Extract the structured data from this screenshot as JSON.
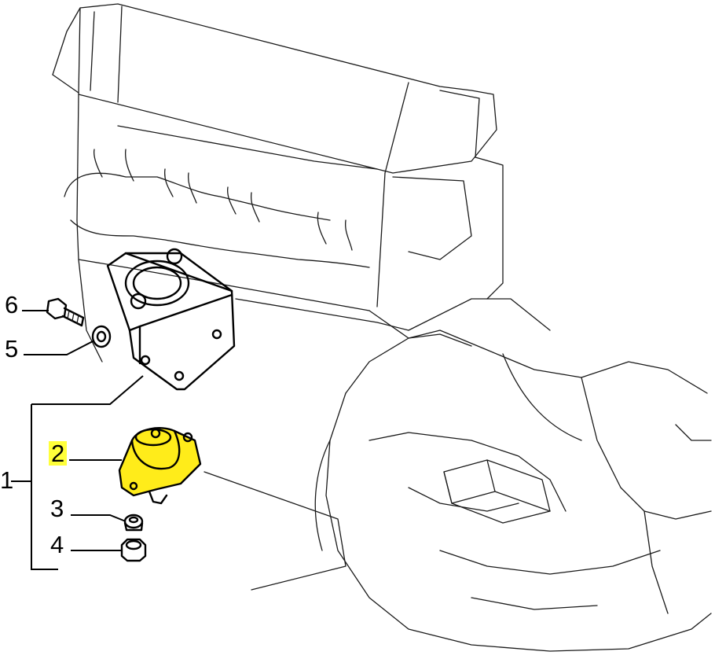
{
  "colors": {
    "highlight": "#ffff3a",
    "mount_fill": "#ffec1a",
    "line": "#1a1a1a"
  },
  "callouts": [
    {
      "id": "1",
      "label": "1"
    },
    {
      "id": "2",
      "label": "2",
      "highlighted": true
    },
    {
      "id": "3",
      "label": "3"
    },
    {
      "id": "4",
      "label": "4"
    },
    {
      "id": "5",
      "label": "5"
    },
    {
      "id": "6",
      "label": "6"
    }
  ]
}
